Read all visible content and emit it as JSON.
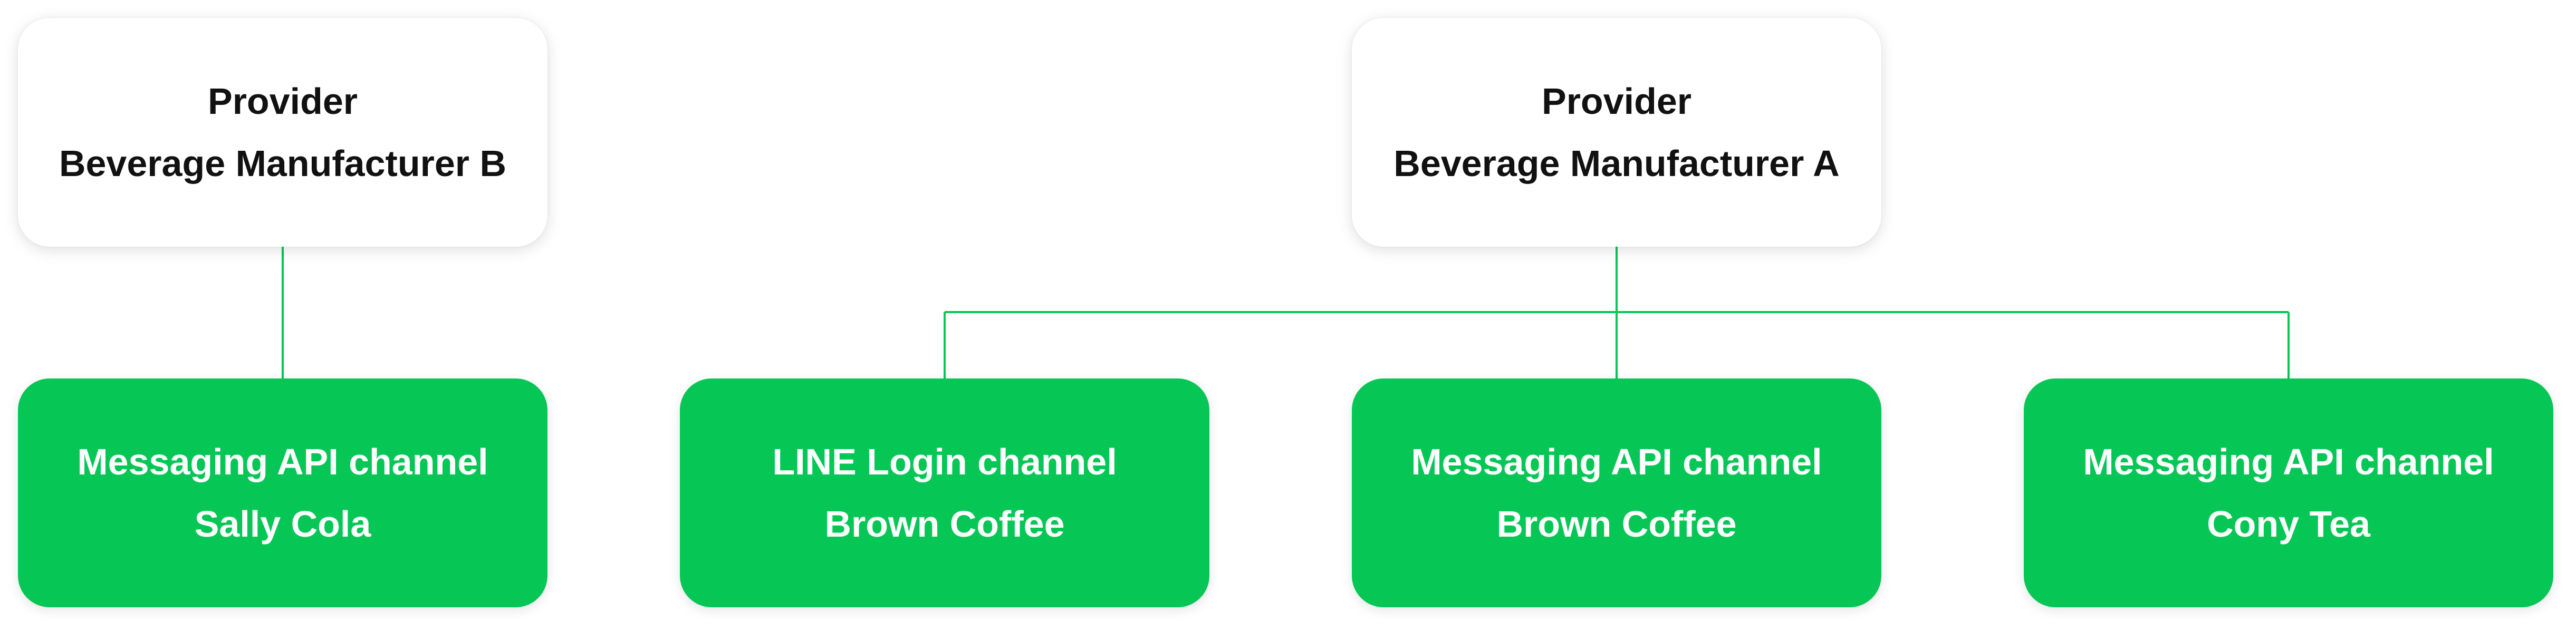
{
  "providers": [
    {
      "label": "Provider",
      "name": "Beverage Manufacturer B"
    },
    {
      "label": "Provider",
      "name": "Beverage Manufacturer A"
    }
  ],
  "channels": [
    {
      "type": "Messaging API channel",
      "name": "Sally Cola"
    },
    {
      "type": "LINE Login channel",
      "name": "Brown Coffee"
    },
    {
      "type": "Messaging API channel",
      "name": "Brown Coffee"
    },
    {
      "type": "Messaging API channel",
      "name": "Cony Tea"
    }
  ],
  "colors": {
    "channel_fill": "#06c755",
    "provider_fill": "#ffffff",
    "connector": "#06c755"
  }
}
